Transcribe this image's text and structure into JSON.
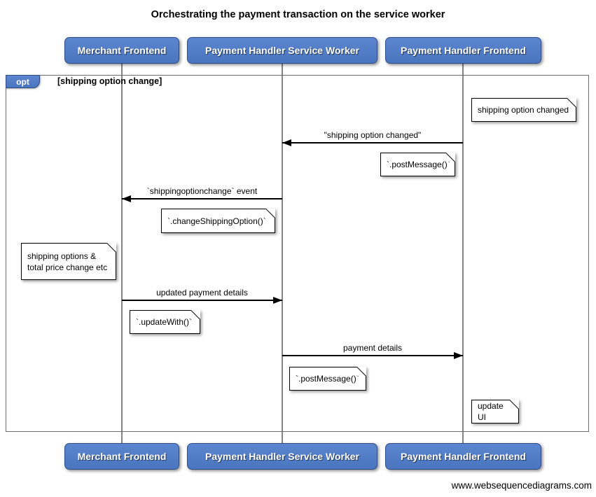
{
  "title": "Orchestrating the payment transaction on the service worker",
  "diagram_type": "uml-sequence-diagram",
  "actors": [
    {
      "id": "merchant-frontend",
      "label": "Merchant Frontend"
    },
    {
      "id": "payment-handler-service-worker",
      "label": "Payment Handler Service Worker"
    },
    {
      "id": "payment-handler-frontend",
      "label": "Payment Handler Frontend"
    }
  ],
  "fragment": {
    "operator": "opt",
    "guard": "[shipping option change]"
  },
  "messages": [
    {
      "label": "\"shipping option changed\"",
      "from": "Payment Handler Frontend",
      "to": "Payment Handler Service Worker",
      "direction": "left"
    },
    {
      "label": "`shippingoptionchange` event",
      "from": "Payment Handler Service Worker",
      "to": "Merchant Frontend",
      "direction": "left"
    },
    {
      "label": "updated payment details",
      "from": "Merchant Frontend",
      "to": "Payment Handler Service Worker",
      "direction": "right"
    },
    {
      "label": "payment details",
      "from": "Payment Handler Service Worker",
      "to": "Payment Handler Frontend",
      "direction": "right"
    }
  ],
  "notes": [
    {
      "text": "shipping option changed",
      "anchor": "Payment Handler Frontend"
    },
    {
      "text": "`.postMessage()`",
      "anchor": "Payment Handler Frontend"
    },
    {
      "text": "`.changeShippingOption()`",
      "anchor": "Payment Handler Service Worker"
    },
    {
      "text": "shipping options &\ntotal price change etc",
      "anchor": "Merchant Frontend"
    },
    {
      "text": "`.updateWith()`",
      "anchor": "Merchant Frontend"
    },
    {
      "text": "`.postMessage()`",
      "anchor": "Payment Handler Service Worker"
    },
    {
      "text": "update UI",
      "anchor": "Payment Handler Frontend"
    }
  ],
  "footer": "www.websequencediagrams.com",
  "colors": {
    "actor_fill_top": "#5c86ce",
    "actor_fill_bottom": "#4a75bf",
    "actor_border": "#2e4c87",
    "frame_border": "#6b6b6b",
    "lifeline": "#848484",
    "arrow": "#000000",
    "note_bg": "#ffffff",
    "note_border": "#000000",
    "text": "#000000"
  }
}
